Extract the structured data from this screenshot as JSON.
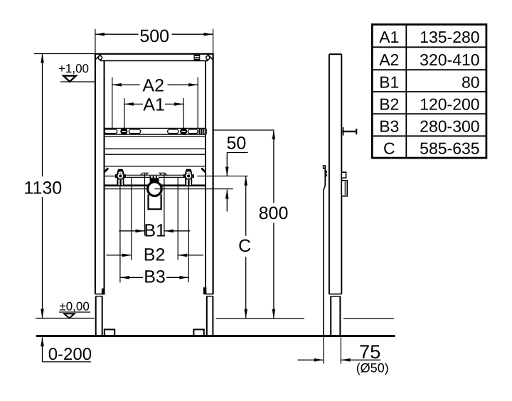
{
  "drawing": {
    "type": "technical-installation-diagram",
    "colors": {
      "line": "#000000",
      "background": "#ffffff"
    },
    "front_view": {
      "dim_width": "500",
      "dim_height": "1130",
      "level_upper": "+1,00",
      "level_floor": "±0,00",
      "floor_range": "0-200",
      "dim_a2": "A2",
      "dim_a1": "A1",
      "dim_50": "50",
      "dim_800": "800",
      "dim_c": "C",
      "dim_b1": "B1",
      "dim_b2": "B2",
      "dim_b3": "B3"
    },
    "side_view": {
      "dim_depth": "75",
      "pipe_diameter": "(Ø50)"
    },
    "spec_table": {
      "rows": [
        {
          "label": "A1",
          "value": "135-280"
        },
        {
          "label": "A2",
          "value": "320-410"
        },
        {
          "label": "B1",
          "value": "80"
        },
        {
          "label": "B2",
          "value": "120-200"
        },
        {
          "label": "B3",
          "value": "280-300"
        },
        {
          "label": "C",
          "value": "585-635"
        }
      ]
    }
  }
}
